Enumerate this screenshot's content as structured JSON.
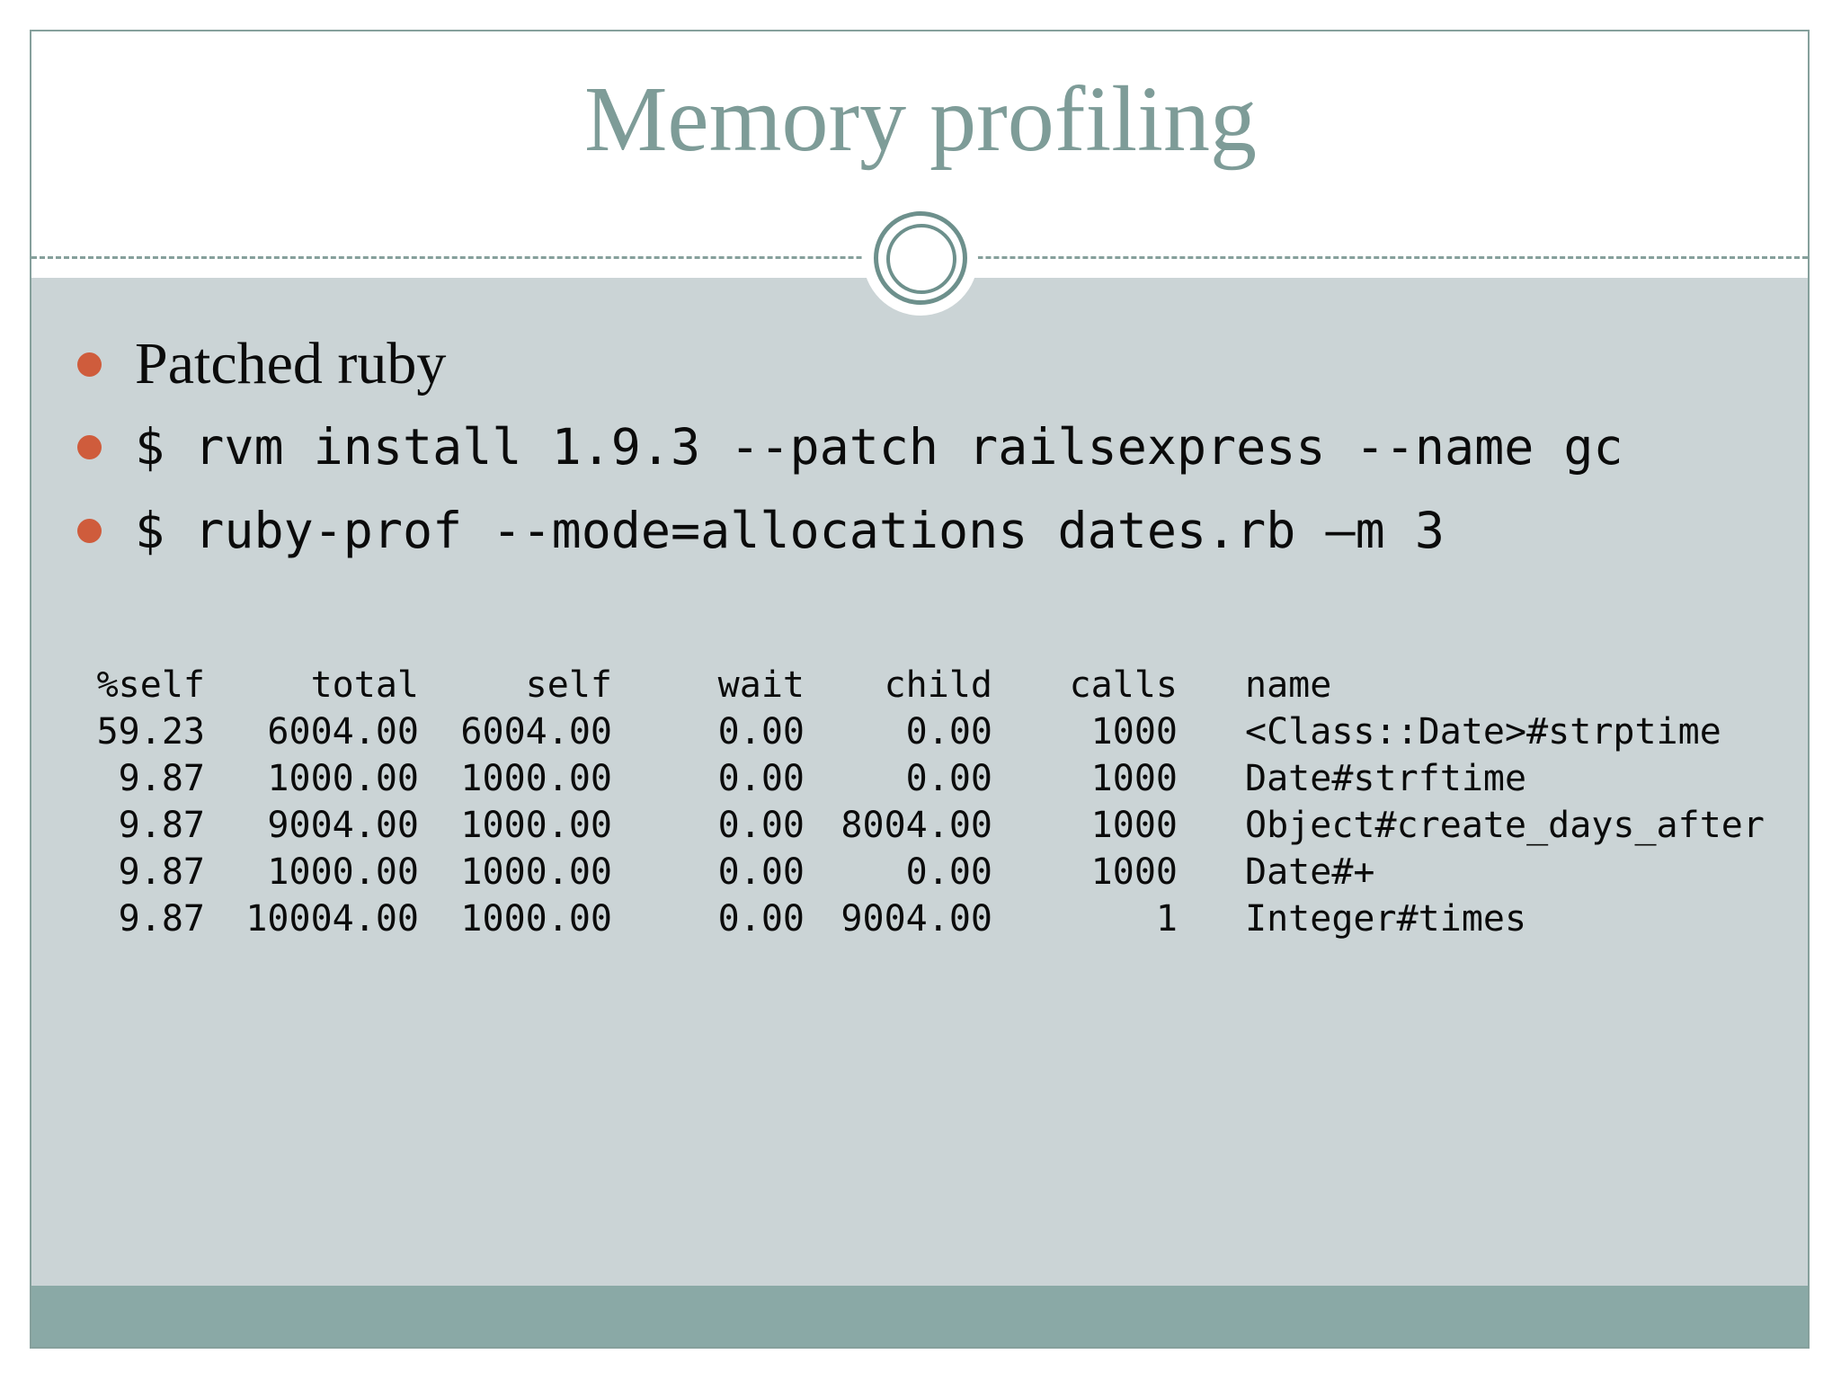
{
  "slide": {
    "title": "Memory profiling",
    "bullets": [
      {
        "text": "Patched ruby"
      },
      {
        "text": "$ rvm install 1.9.3 --patch railsexpress --name gc"
      },
      {
        "text": "$ ruby-prof --mode=allocations dates.rb –m 3"
      }
    ],
    "profile_table": {
      "headers": [
        "%self",
        "total",
        "self",
        "wait",
        "child",
        "calls",
        "name"
      ],
      "rows": [
        [
          "59.23",
          "6004.00",
          "6004.00",
          "0.00",
          "0.00",
          "1000",
          "<Class::Date>#strptime"
        ],
        [
          "9.87",
          "1000.00",
          "1000.00",
          "0.00",
          "0.00",
          "1000",
          "Date#strftime"
        ],
        [
          "9.87",
          "9004.00",
          "1000.00",
          "0.00",
          "8004.00",
          "1000",
          "Object#create_days_after"
        ],
        [
          "9.87",
          "1000.00",
          "1000.00",
          "0.00",
          "0.00",
          "1000",
          "Date#+"
        ],
        [
          "9.87",
          "10004.00",
          "1000.00",
          "0.00",
          "9004.00",
          "1",
          "Integer#times"
        ]
      ]
    },
    "colors": {
      "body_background": "#cbd4d6",
      "footer_band": "#8aa9a6",
      "accent_teal": "#7e9c98",
      "ornament_ring": "#6d908c",
      "bullet_dot": "#cf5c3c",
      "text": "#0b0b0b"
    }
  }
}
